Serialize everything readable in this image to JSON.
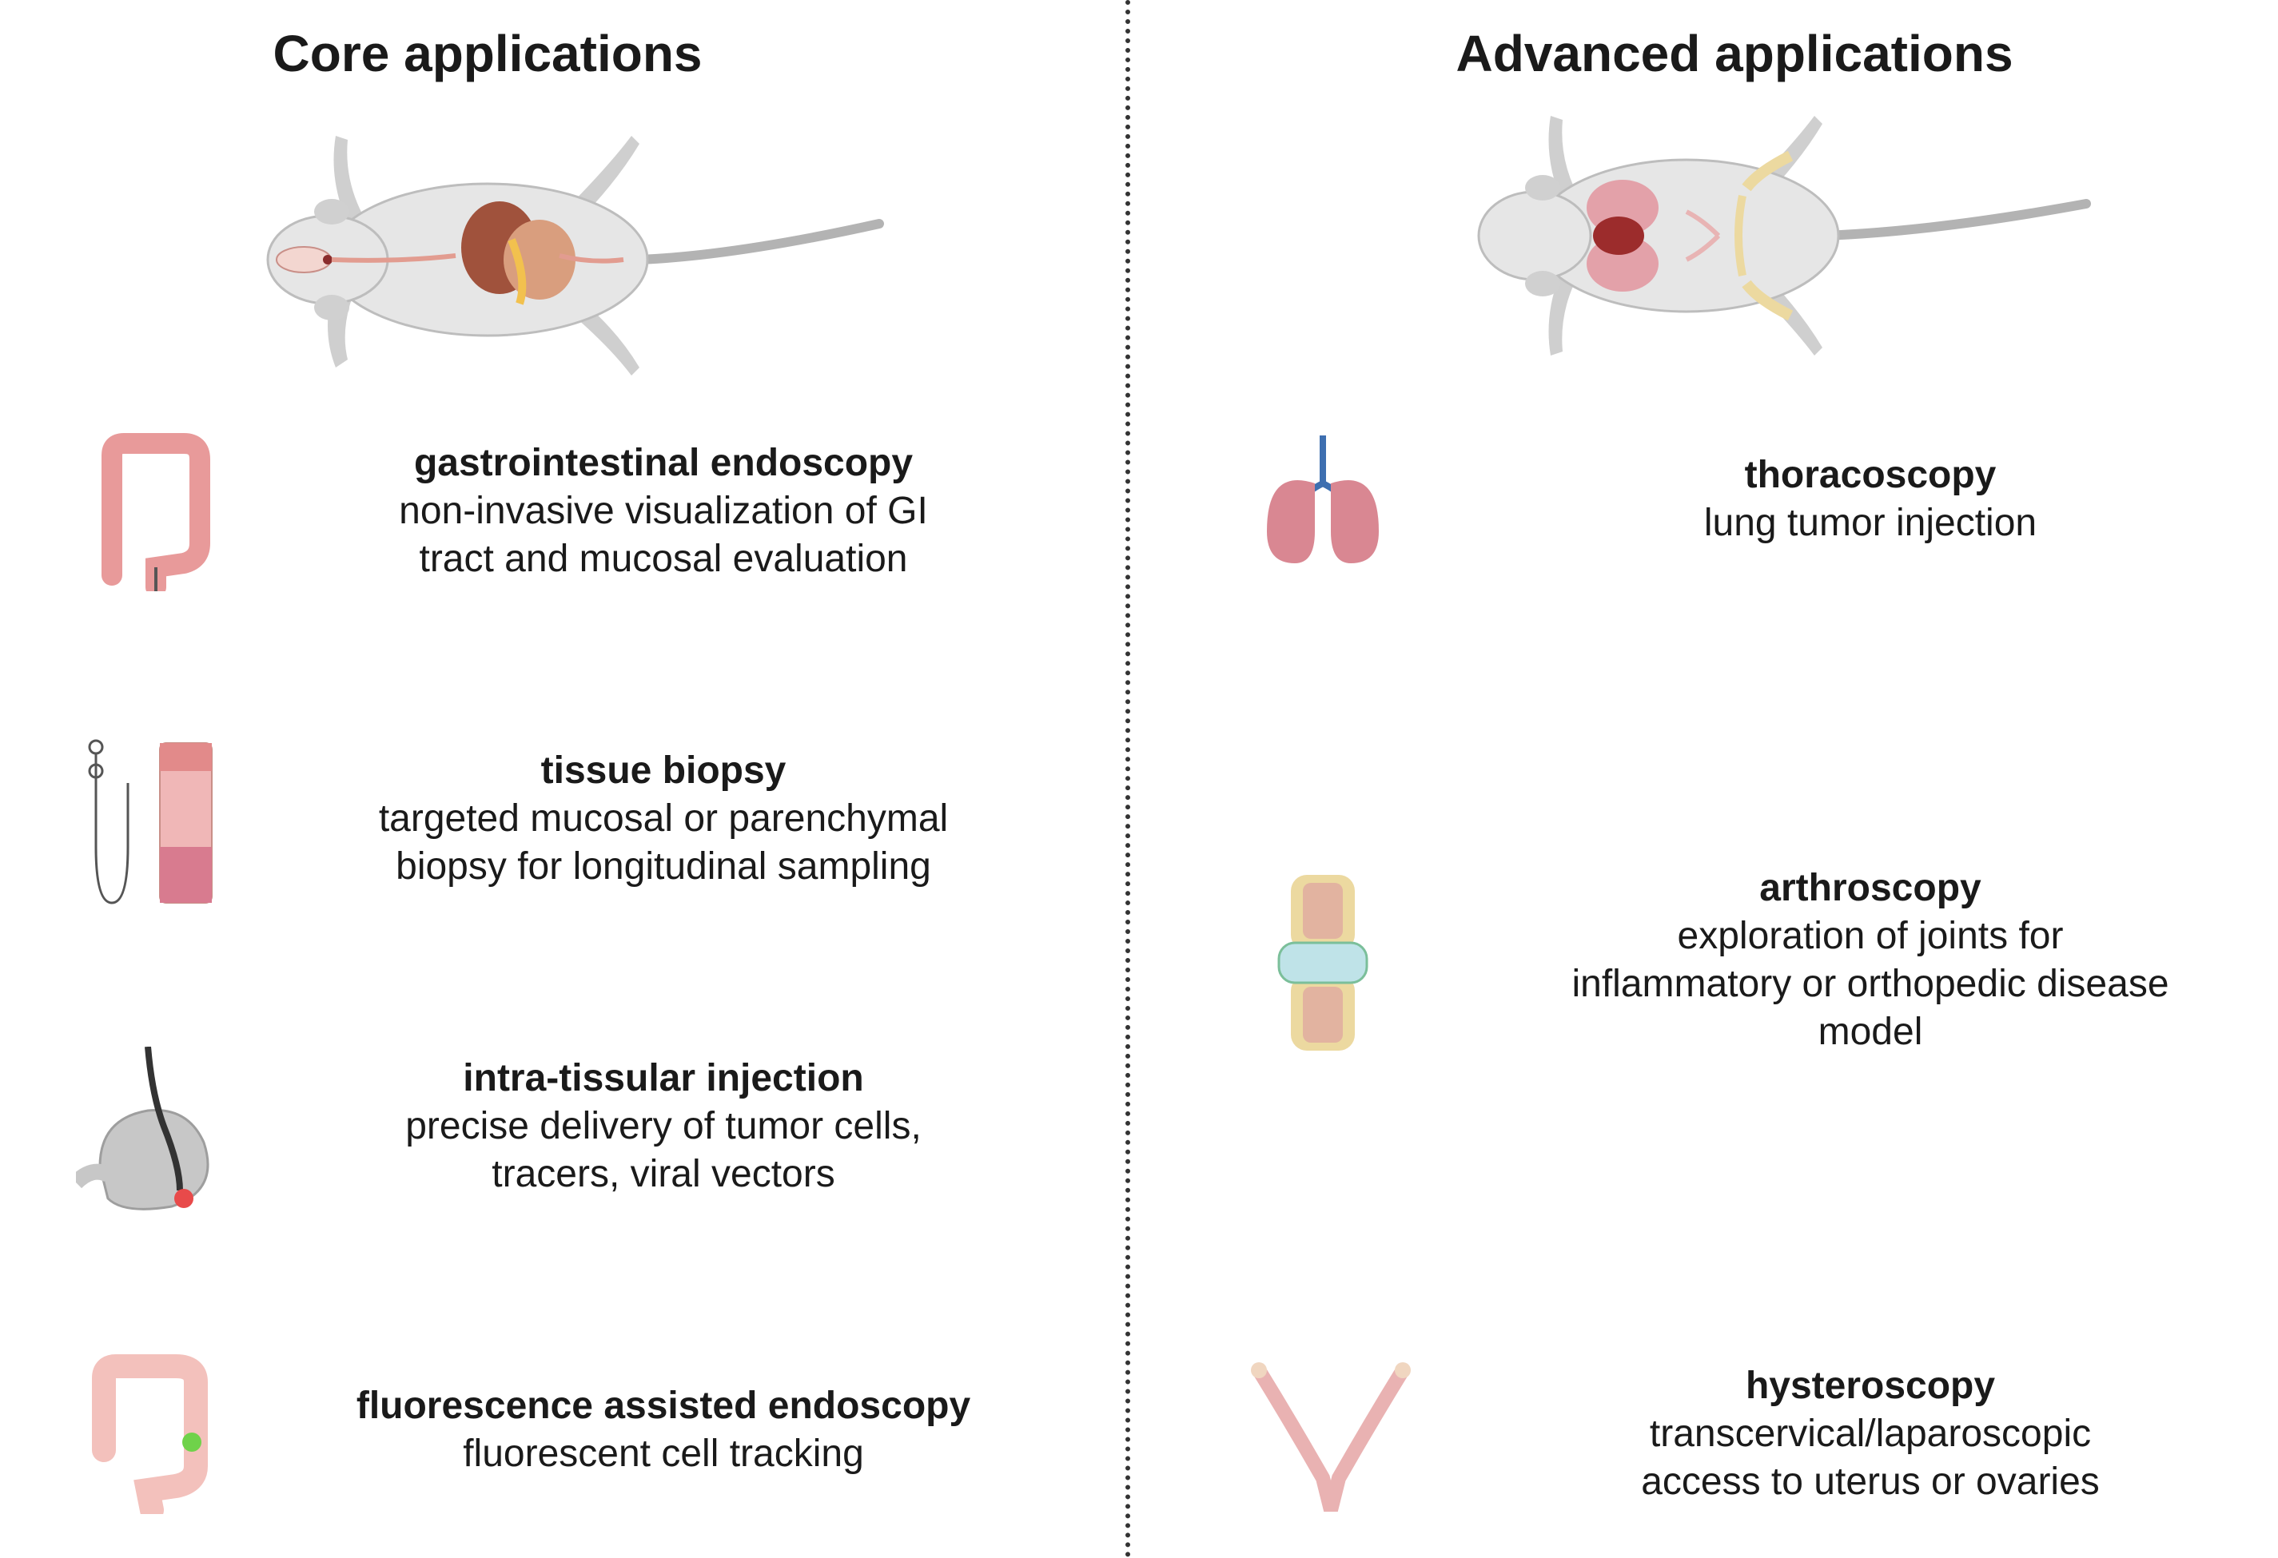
{
  "headings": {
    "core": "Core applications",
    "advanced": "Advanced applications"
  },
  "core_items": [
    {
      "title": "gastrointestinal endoscopy",
      "description": "non-invasive visualization of GI\ntract and mucosal evaluation",
      "icon": "colon-icon"
    },
    {
      "title": "tissue biopsy",
      "description": "targeted mucosal or parenchymal\nbiopsy for longitudinal sampling",
      "icon": "biopsy-forceps-tissue-icon"
    },
    {
      "title": "intra-tissular injection",
      "description": "precise delivery of tumor cells,\ntracers, viral vectors",
      "icon": "stomach-endoscope-icon"
    },
    {
      "title": "fluorescence assisted endoscopy",
      "description": "fluorescent cell tracking",
      "icon": "colon-fluorescence-icon"
    }
  ],
  "advanced_items": [
    {
      "title": "thoracoscopy",
      "description": "lung tumor injection",
      "icon": "lungs-icon"
    },
    {
      "title": "arthroscopy",
      "description": "exploration of joints for\ninflammatory or orthopedic disease\nmodel",
      "icon": "joint-icon"
    },
    {
      "title": "hysteroscopy",
      "description": "transcervical/laparoscopic\naccess to uterus or ovaries",
      "icon": "uterus-icon"
    }
  ],
  "colors": {
    "tissue_pink": "#e89a9a",
    "mouse_gray": "#d9d9d9",
    "organ_brown": "#a0523c",
    "fluorescence_green": "#6fd24a",
    "bone_yellow": "#ecd9a0"
  }
}
